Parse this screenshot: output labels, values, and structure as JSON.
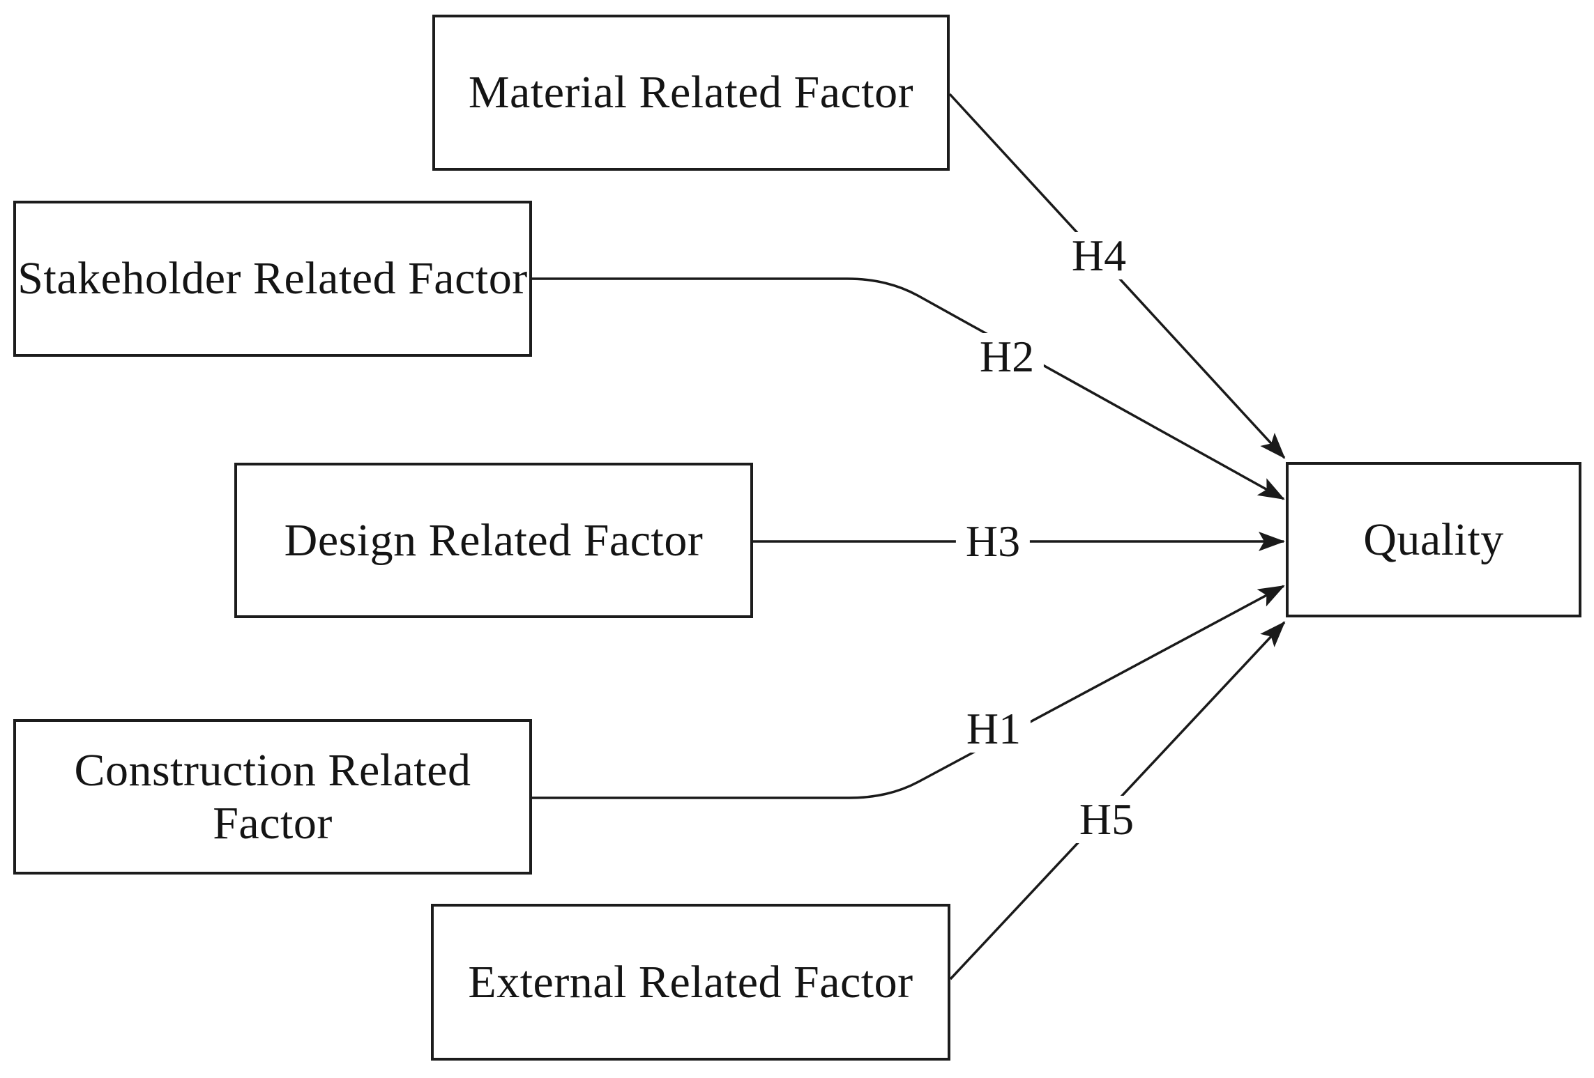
{
  "figure": {
    "background": "#ffffff",
    "line_color": "#1a1a1a",
    "text_color": "#141414"
  },
  "nodes": {
    "material": {
      "label": "Material Related Factor"
    },
    "stakeholder": {
      "label": "Stakeholder Related Factor"
    },
    "design": {
      "label": "Design Related Factor"
    },
    "construction": {
      "label": "Construction Related Factor"
    },
    "external": {
      "label": "External Related Factor"
    },
    "quality": {
      "label": "Quality"
    }
  },
  "edges": {
    "h1": {
      "label": "H1",
      "from": "construction",
      "to": "quality"
    },
    "h2": {
      "label": "H2",
      "from": "stakeholder",
      "to": "quality"
    },
    "h3": {
      "label": "H3",
      "from": "design",
      "to": "quality"
    },
    "h4": {
      "label": "H4",
      "from": "material",
      "to": "quality"
    },
    "h5": {
      "label": "H5",
      "from": "external",
      "to": "quality"
    }
  }
}
